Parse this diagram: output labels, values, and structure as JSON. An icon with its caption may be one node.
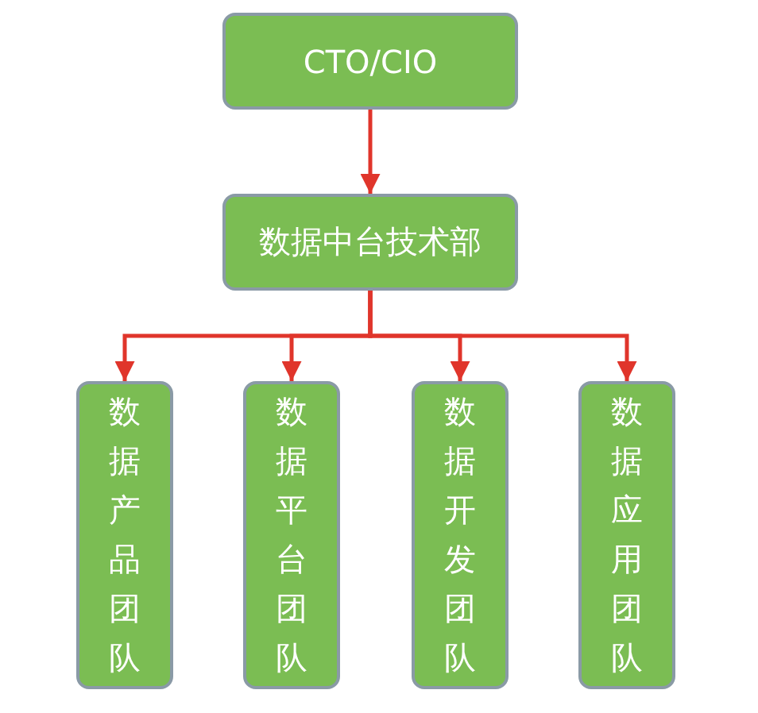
{
  "diagram": {
    "nodes": [
      {
        "text": [
          "CTO/CIO"
        ]
      },
      {
        "text": [
          "数据中台技术部"
        ]
      },
      {
        "text": [
          "数据产品团队"
        ]
      },
      {
        "text": [
          "数据平台团队"
        ]
      },
      {
        "text": [
          "数据开发团队"
        ]
      },
      {
        "text": [
          "数据应用团队"
        ]
      }
    ],
    "edges": [
      {
        "from": 0,
        "to": 1,
        "arrow": "to"
      },
      {
        "from": 1,
        "to": 2,
        "arrow": "to"
      },
      {
        "from": 1,
        "to": 3,
        "arrow": "to"
      },
      {
        "from": 1,
        "to": 4,
        "arrow": "to"
      },
      {
        "from": 1,
        "to": 5,
        "arrow": "to"
      }
    ]
  }
}
